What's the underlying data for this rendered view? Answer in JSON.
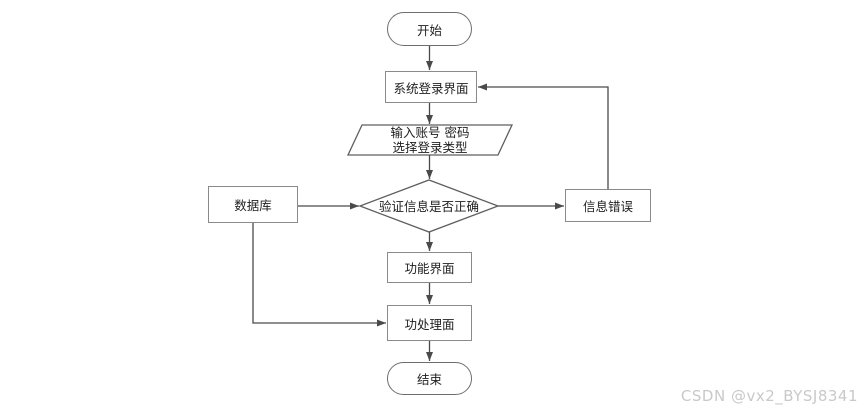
{
  "diagram": {
    "type": "flowchart",
    "nodes": [
      {
        "id": "start",
        "shape": "terminator",
        "label": "开始"
      },
      {
        "id": "login-screen",
        "shape": "process",
        "label": "系统登录界面"
      },
      {
        "id": "input-account",
        "shape": "input-output",
        "lines": [
          "输入账号 密码",
          "选择登录类型"
        ]
      },
      {
        "id": "verify-info",
        "shape": "decision",
        "label": "验证信息是否正确"
      },
      {
        "id": "database",
        "shape": "process",
        "label": "数据库"
      },
      {
        "id": "info-error",
        "shape": "process",
        "label": "信息错误"
      },
      {
        "id": "function-screen",
        "shape": "process",
        "label": "功能界面"
      },
      {
        "id": "processing",
        "shape": "process",
        "label": "功处理面"
      },
      {
        "id": "end",
        "shape": "terminator",
        "label": "结束"
      }
    ],
    "edges": [
      {
        "from": "start",
        "to": "login-screen"
      },
      {
        "from": "login-screen",
        "to": "input-account"
      },
      {
        "from": "input-account",
        "to": "verify-info"
      },
      {
        "from": "database",
        "to": "verify-info"
      },
      {
        "from": "verify-info",
        "to": "info-error"
      },
      {
        "from": "verify-info",
        "to": "function-screen"
      },
      {
        "from": "function-screen",
        "to": "processing"
      },
      {
        "from": "processing",
        "to": "end"
      },
      {
        "from": "info-error",
        "to": "login-screen"
      },
      {
        "from": "database",
        "to": "processing"
      }
    ],
    "colors": {
      "background": "#ffffff",
      "shape_border": "#8a8a8a",
      "polygon_border": "#5f5f5f",
      "connector": "#4a4a4a",
      "text": "#1f1f1f"
    }
  },
  "watermark": {
    "text": "CSDN @vx2_BYSJ8341",
    "color": "#c9c9c9"
  }
}
